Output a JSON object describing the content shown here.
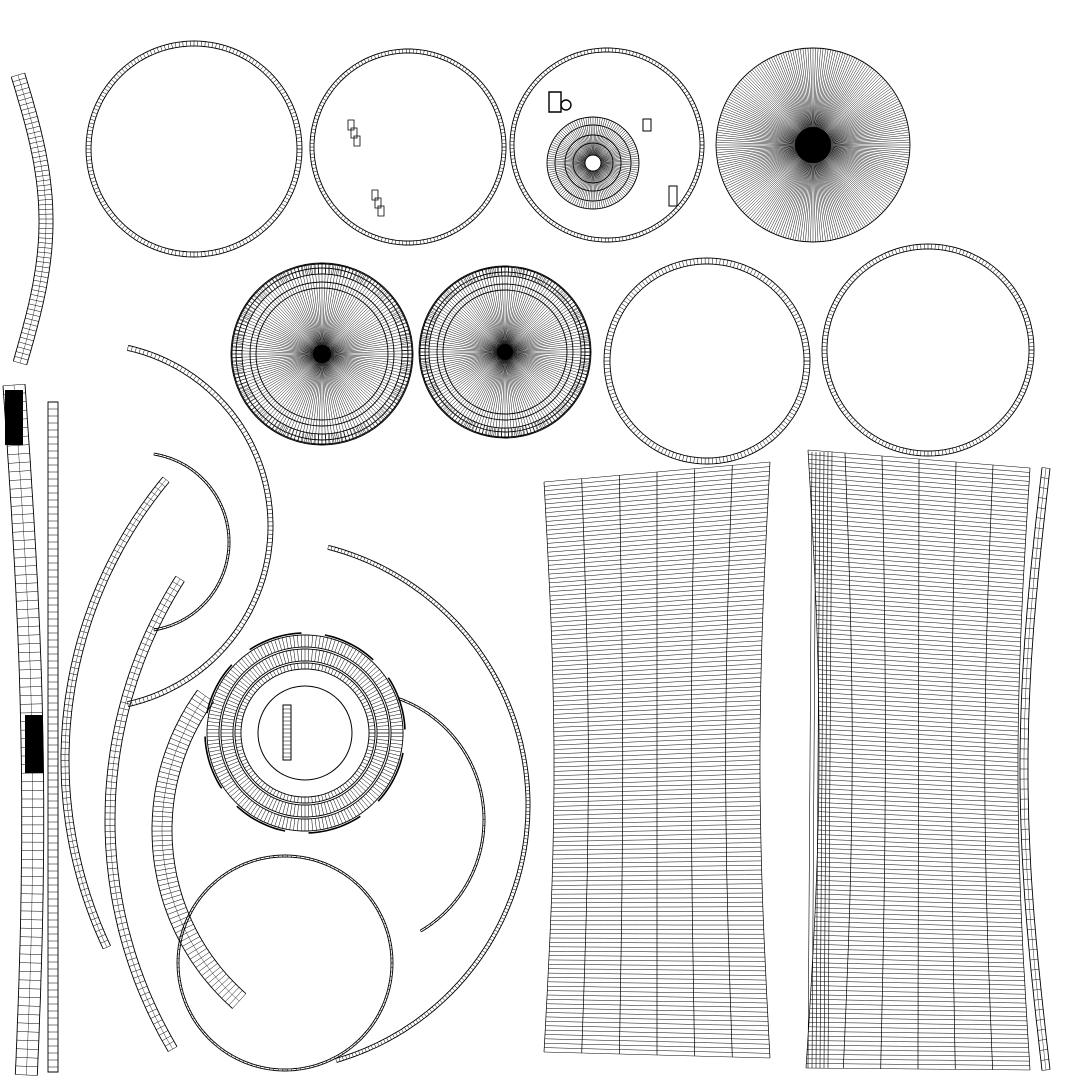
{
  "canvas": {
    "background": "#ffffff",
    "stroke_color": "#000000"
  },
  "islands": [
    "left-curved-strip",
    "ring-1",
    "ring-2-with-small-parts",
    "disc-with-inner-radial-hub",
    "radial-fan-disc",
    "radial-disc-1",
    "radial-disc-2",
    "ring-3",
    "ring-4",
    "left-tall-strip",
    "thin-vertical-ladder",
    "large-arc",
    "medium-arc",
    "curved-strip-1",
    "curved-strip-2",
    "hub-gear-ring",
    "right-arc-large",
    "right-arc-small",
    "bottom-ring",
    "bottom-curved-strip",
    "grid-panel-1",
    "grid-panel-2",
    "right-edge-strip"
  ]
}
